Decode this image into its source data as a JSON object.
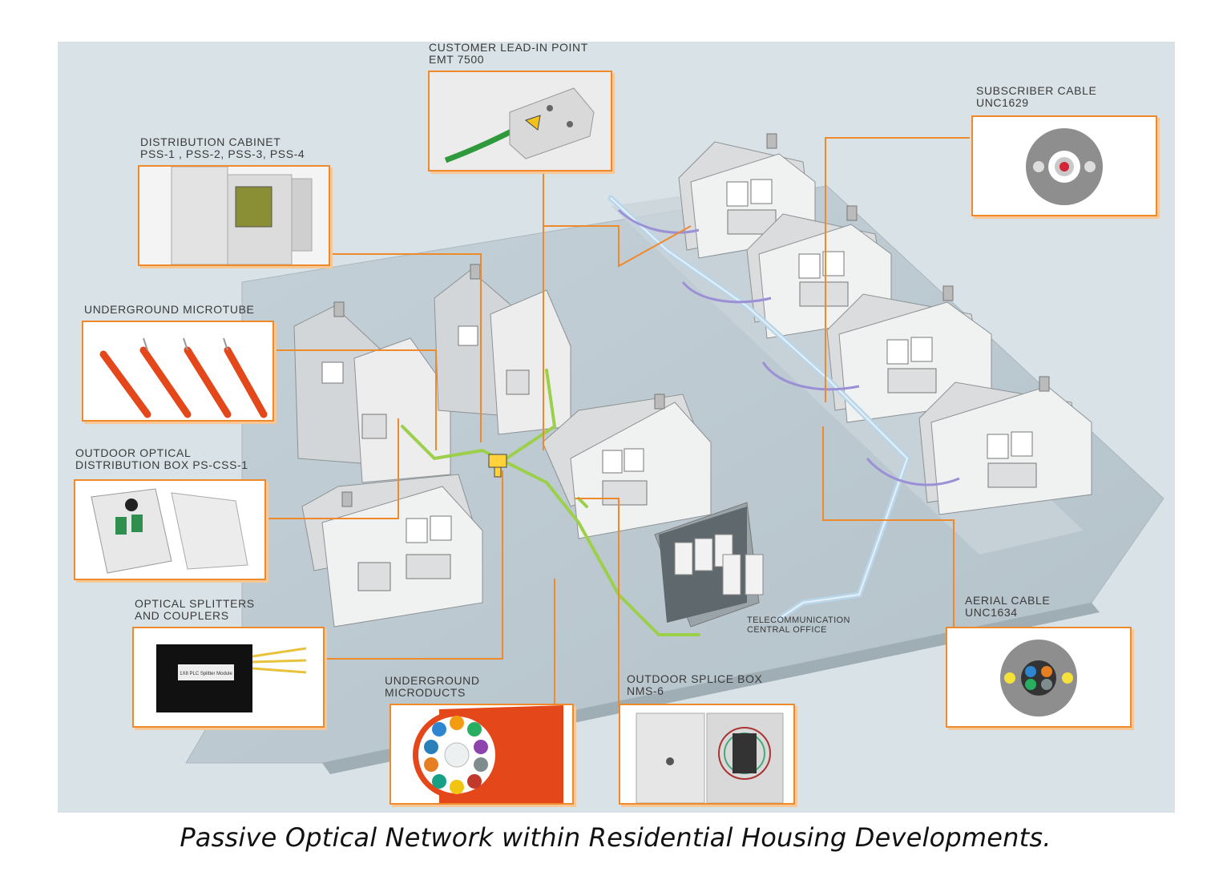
{
  "callouts": {
    "lead_in": {
      "line1": "CUSTOMER LEAD-IN POINT",
      "line2": "EMT 7500"
    },
    "cabinet": {
      "line1": "DISTRIBUTION CABINET",
      "line2": "PSS-1 , PSS-2, PSS-3, PSS-4"
    },
    "microtube": {
      "line1": "UNDERGROUND MICROTUBE"
    },
    "outdoor_box": {
      "line1": "OUTDOOR OPTICAL",
      "line2": "DISTRIBUTION BOX PS-CSS-1"
    },
    "splitters": {
      "line1": "OPTICAL SPLITTERS",
      "line2": "AND COUPLERS",
      "device_text": "1X8 PLC Splitter Module"
    },
    "microducts": {
      "line1": "UNDERGROUND",
      "line2": "MICRODUCTS"
    },
    "splice_box": {
      "line1": "OUTDOOR SPLICE BOX",
      "line2": "NMS-6"
    },
    "subscriber": {
      "line1": "SUBSCRIBER CABLE",
      "line2": "UNC1629"
    },
    "aerial": {
      "line1": "AERIAL CABLE",
      "line2": "UNC1634"
    }
  },
  "central_office": {
    "line1": "TELECOMMUNICATION",
    "line2": "CENTRAL OFFICE"
  },
  "caption": "Passive Optical Network within Residential Housing Developments.",
  "colors": {
    "callout_border": "#ef8a2c",
    "fiber_green": "#9ccf4a",
    "aerial_blue": "#b9d6ea",
    "purple_drop": "#9b8fd6"
  }
}
